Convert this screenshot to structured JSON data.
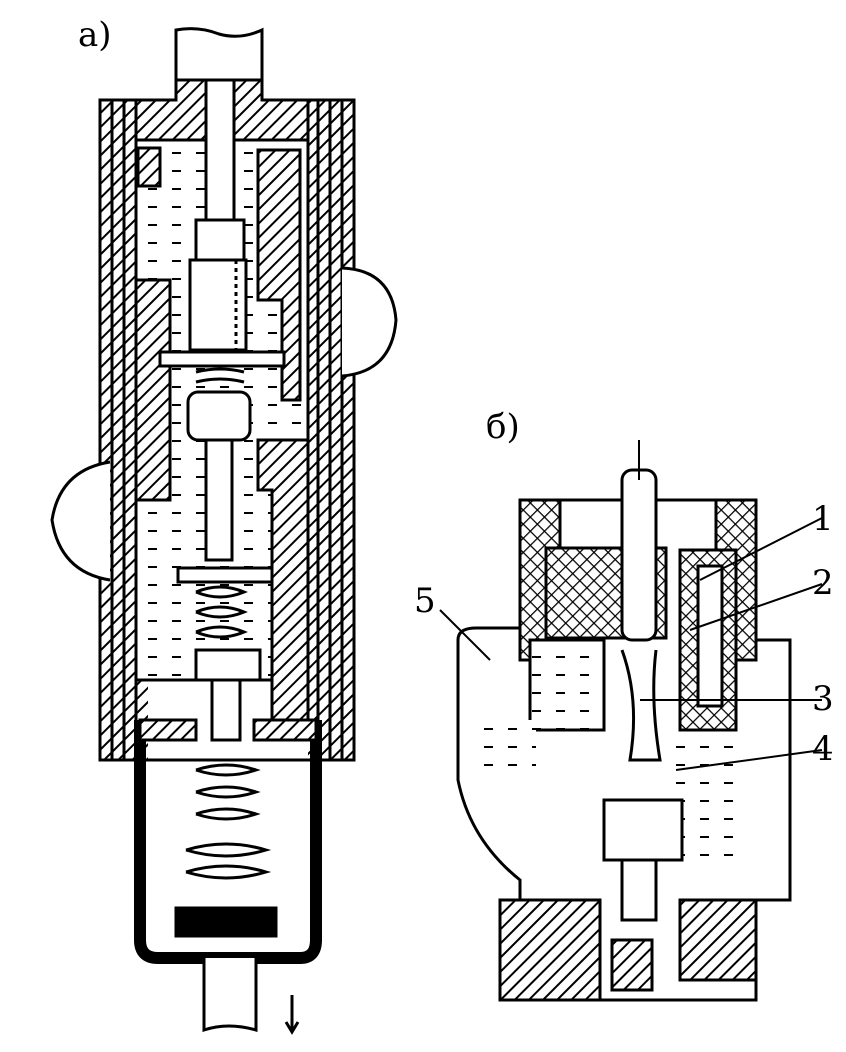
{
  "figure": {
    "part_a": {
      "label": "а)"
    },
    "part_b": {
      "label": "б)"
    },
    "callouts": [
      "1",
      "2",
      "3",
      "4",
      "5"
    ]
  },
  "colors": {
    "ink": "#000000",
    "paper": "#ffffff"
  }
}
